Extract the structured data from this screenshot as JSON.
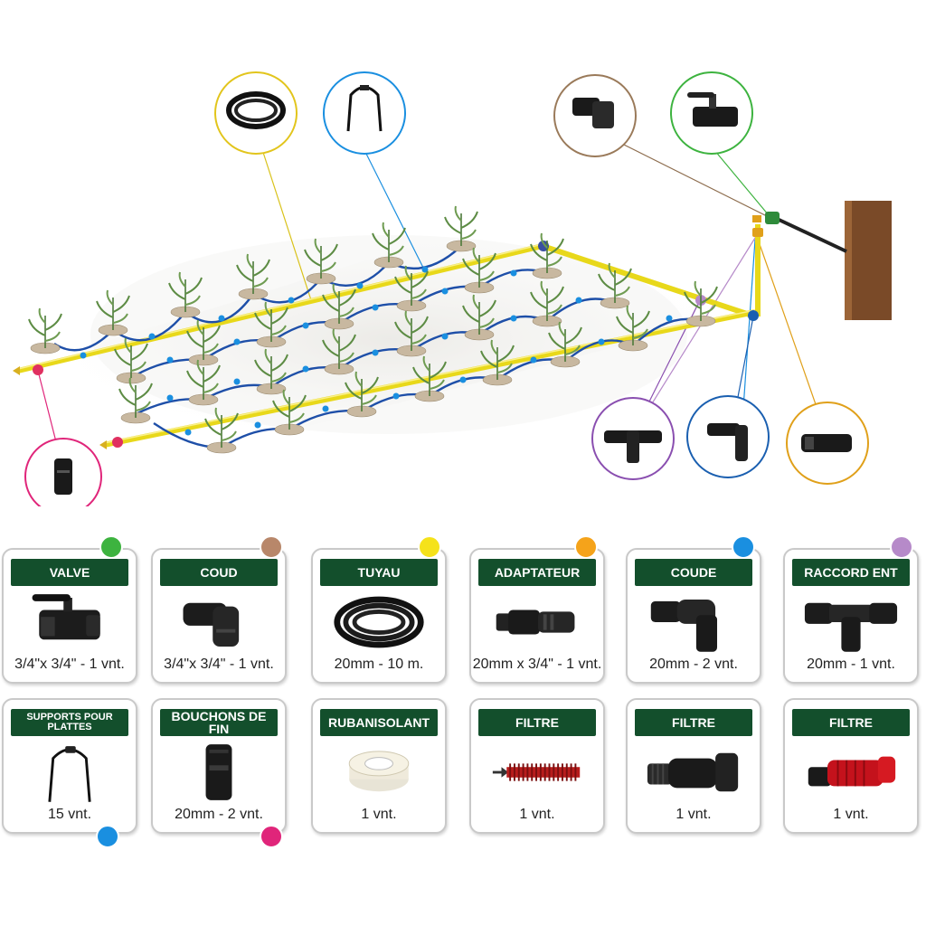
{
  "colors": {
    "green": "#3db33f",
    "brown": "#b8876a",
    "yellow": "#f5e21a",
    "orange": "#f5a31a",
    "blue": "#1a8fe0",
    "purple": "#b68ac9",
    "pink": "#e0257a",
    "header": "#134f2c"
  },
  "cards": [
    {
      "title": "VALVE",
      "qty": "3/4\"x 3/4\" - 1 vnt.",
      "icon": "valve-icon",
      "color": "green"
    },
    {
      "title": "COUD",
      "qty": "3/4\"x 3/4\" - 1 vnt.",
      "icon": "elbow-icon",
      "color": "brown"
    },
    {
      "title": "TUYAU",
      "qty": "20mm - 10 m.",
      "icon": "hose-coil-icon",
      "color": "yellow"
    },
    {
      "title": "ADAPTATEUR",
      "qty": "20mm x 3/4\" - 1 vnt.",
      "icon": "adapter-icon",
      "color": "orange"
    },
    {
      "title": "COUDE",
      "qty": "20mm - 2 vnt.",
      "icon": "elbow-connector-icon",
      "color": "blue"
    },
    {
      "title": "RACCORD ENT",
      "qty": "20mm - 1 vnt.",
      "icon": "tee-connector-icon",
      "color": "purple"
    },
    {
      "title": "SUPPORTS POUR PLATTES",
      "qty": "15 vnt.",
      "icon": "plant-support-icon",
      "color": "blue"
    },
    {
      "title": "BOUCHONS DE FIN",
      "qty": "20mm - 2 vnt.",
      "icon": "end-plug-icon",
      "color": "pink"
    },
    {
      "title": "RUBANISOLANT",
      "qty": "1 vnt.",
      "icon": "tape-roll-icon",
      "color": ""
    },
    {
      "title": "FILTRE",
      "qty": "1 vnt.",
      "icon": "spring-filter-icon",
      "color": ""
    },
    {
      "title": "FILTRE",
      "qty": "1 vnt.",
      "icon": "black-filter-icon",
      "color": ""
    },
    {
      "title": "FILTRE",
      "qty": "1 vnt.",
      "icon": "red-filter-icon",
      "color": ""
    }
  ]
}
